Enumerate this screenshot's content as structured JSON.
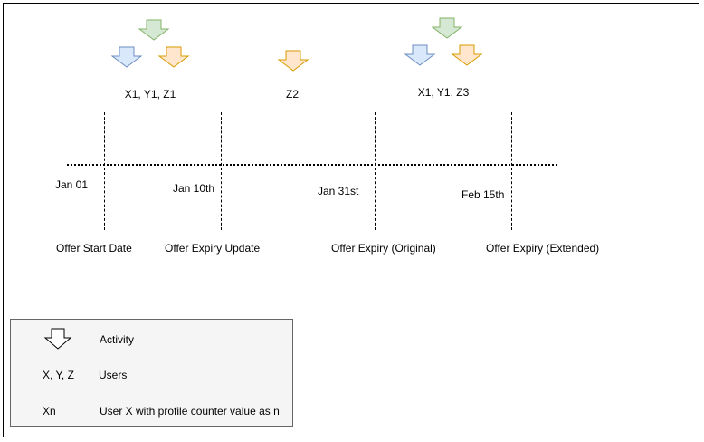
{
  "diagram": {
    "activity_groups": [
      {
        "label": "X1, Y1, Z1"
      },
      {
        "label": "Z2"
      },
      {
        "label": "X1, Y1, Z3"
      }
    ],
    "dates": [
      "Jan 01",
      "Jan 10th",
      "Jan 31st",
      "Feb 15th"
    ],
    "milestones": [
      "Offer Start Date",
      "Offer Expiry Update",
      "Offer Expiry (Original)",
      "Offer Expiry (Extended)"
    ]
  },
  "legend": {
    "activity": "Activity",
    "users_symbol": "X, Y, Z",
    "users": "Users",
    "counter_symbol": "Xn",
    "counter": "User X with profile counter value as n"
  },
  "colors": {
    "green_fill": "#d5e8d4",
    "green_stroke": "#82b366",
    "blue_fill": "#dae8fc",
    "blue_stroke": "#6c8ebf",
    "orange_fill": "#ffe6cc",
    "orange_stroke": "#d79b00",
    "white_fill": "#ffffff",
    "white_stroke": "#000000"
  }
}
